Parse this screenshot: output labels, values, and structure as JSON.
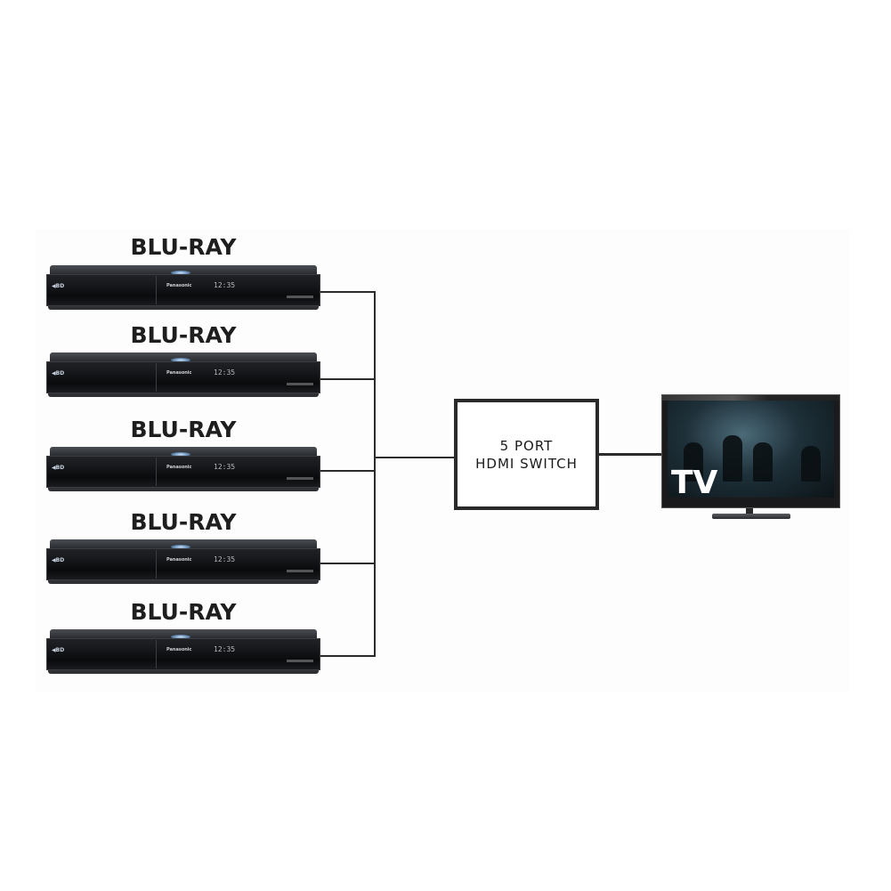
{
  "diagram": {
    "type": "connection-diagram",
    "sources": [
      {
        "label": "BLU-RAY",
        "brand": "Panasonic",
        "display": "12:35"
      },
      {
        "label": "BLU-RAY",
        "brand": "Panasonic",
        "display": "12:35"
      },
      {
        "label": "BLU-RAY",
        "brand": "Panasonic",
        "display": "12:35"
      },
      {
        "label": "BLU-RAY",
        "brand": "Panasonic",
        "display": "12:35"
      },
      {
        "label": "BLU-RAY",
        "brand": "Panasonic",
        "display": "12:35"
      }
    ],
    "hub": {
      "line1": "5 PORT",
      "line2": "HDMI SWITCH"
    },
    "sink": {
      "label": "TV"
    },
    "edges": [
      {
        "from": "BLU-RAY 1",
        "to": "5 PORT HDMI SWITCH"
      },
      {
        "from": "BLU-RAY 2",
        "to": "5 PORT HDMI SWITCH"
      },
      {
        "from": "BLU-RAY 3",
        "to": "5 PORT HDMI SWITCH"
      },
      {
        "from": "BLU-RAY 4",
        "to": "5 PORT HDMI SWITCH"
      },
      {
        "from": "BLU-RAY 5",
        "to": "5 PORT HDMI SWITCH"
      },
      {
        "from": "5 PORT HDMI SWITCH",
        "to": "TV"
      }
    ]
  },
  "colors": {
    "line": "#2b2b2b",
    "device": "#0a0b0d",
    "background": "#ffffff"
  }
}
